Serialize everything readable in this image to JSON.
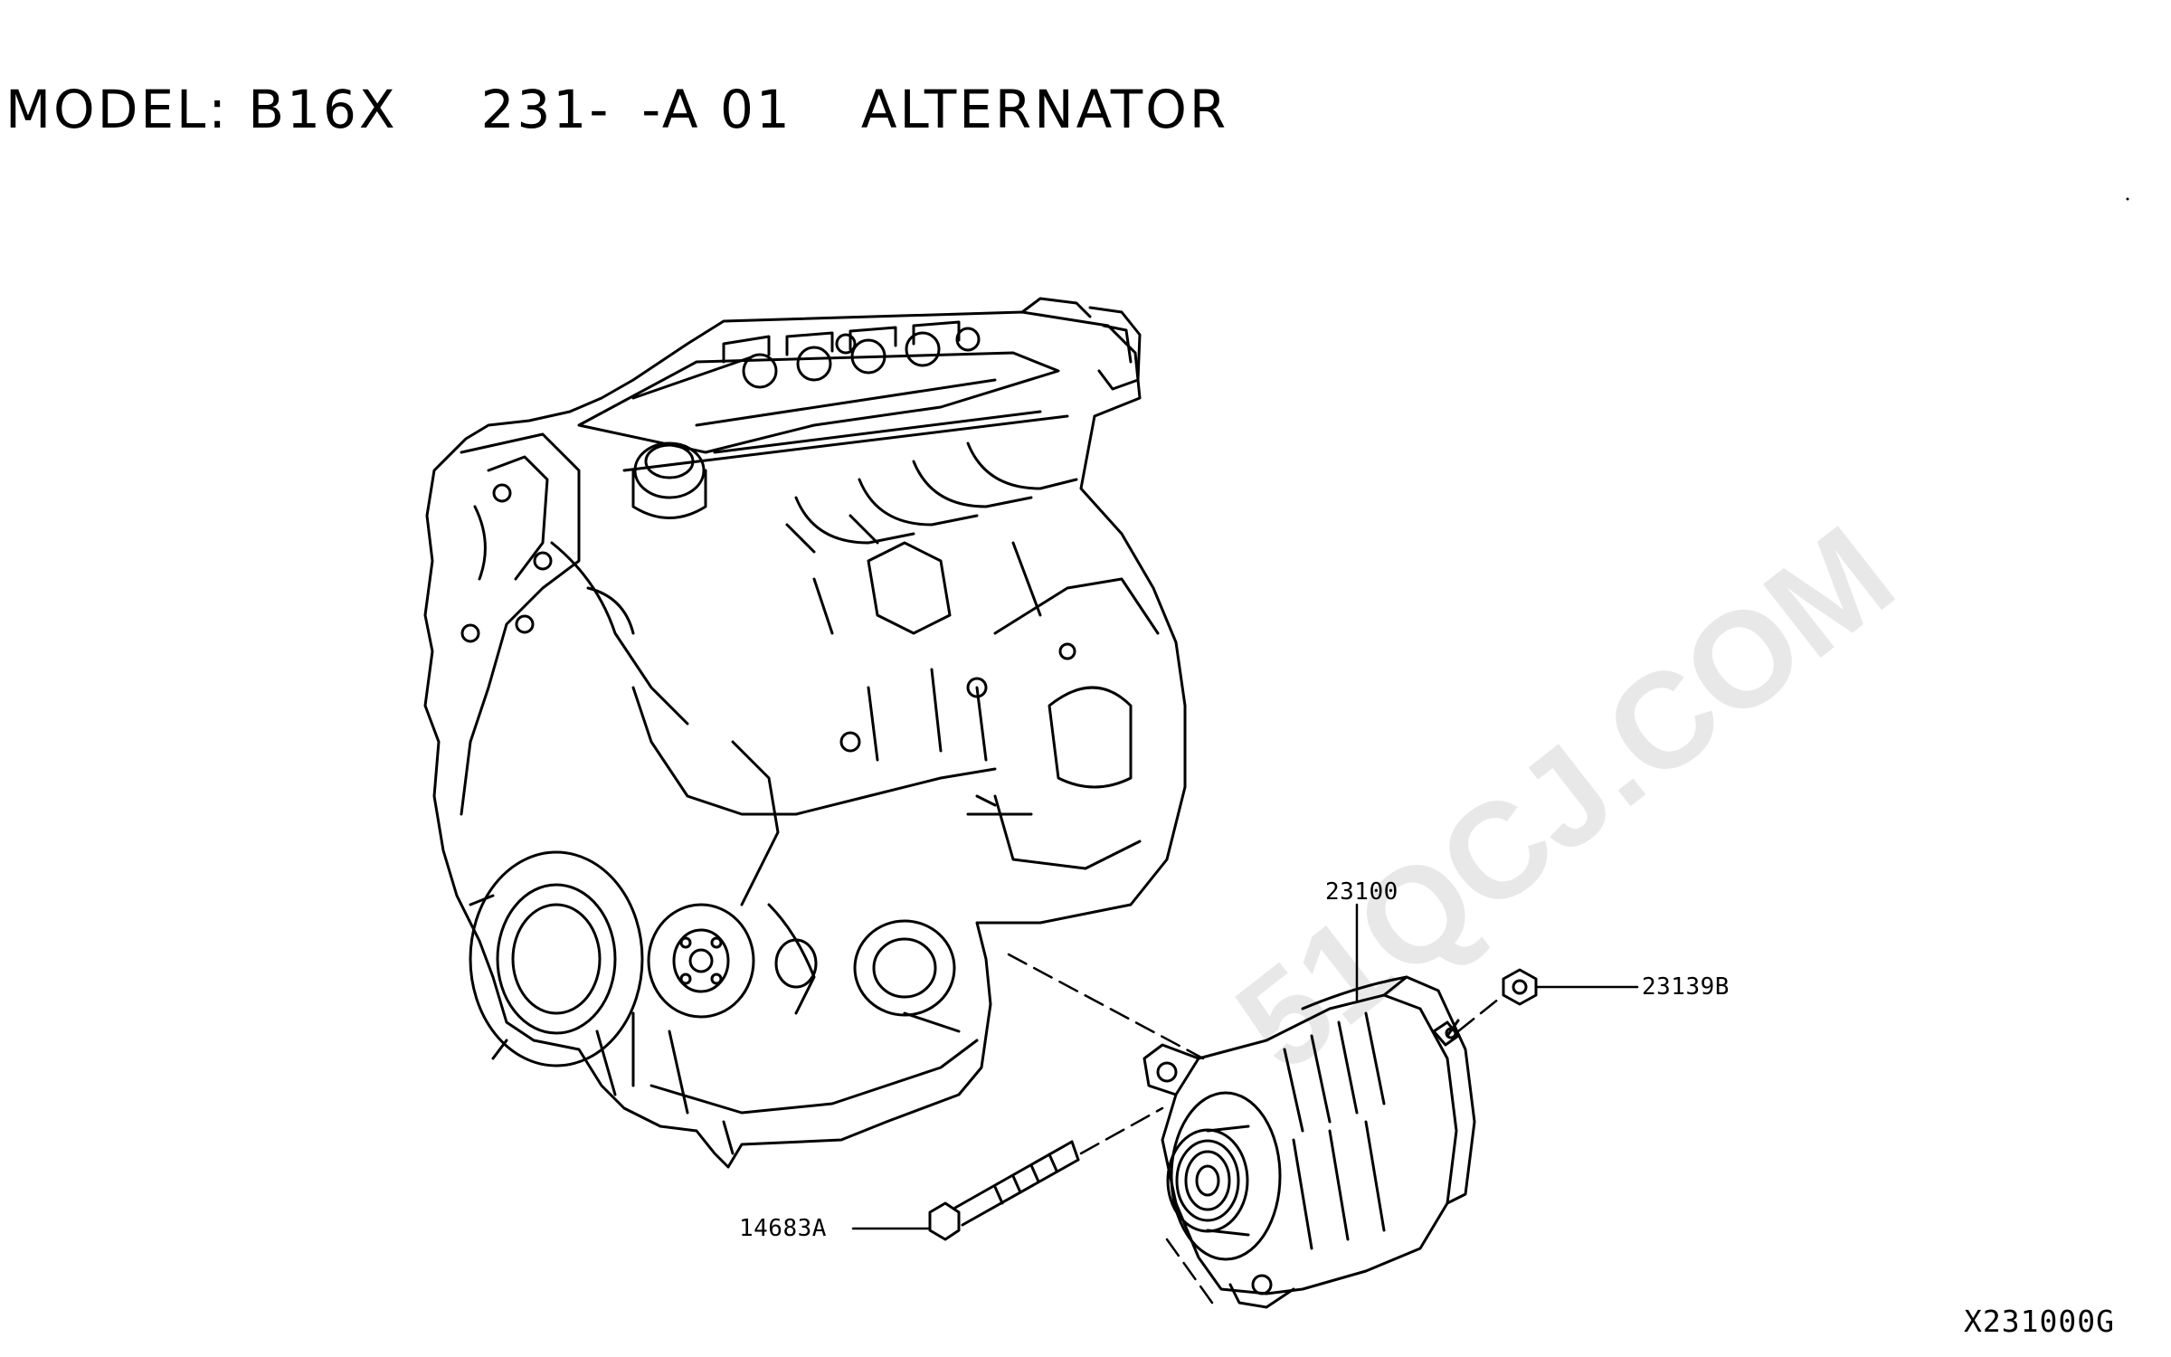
{
  "header": {
    "model_label": "MODEL:",
    "model_code": "B16X",
    "section_code": "231-",
    "variant_code": "-A 01",
    "title": "ALTERNATOR"
  },
  "watermark": "51QCJ.COM",
  "callouts": {
    "alternator": "23100",
    "nut": "23139B",
    "bolt": "14683A"
  },
  "diagram_code": "X231000G",
  "colors": {
    "line": "#000000",
    "watermark": "#e8e8e8",
    "background": "#ffffff"
  }
}
